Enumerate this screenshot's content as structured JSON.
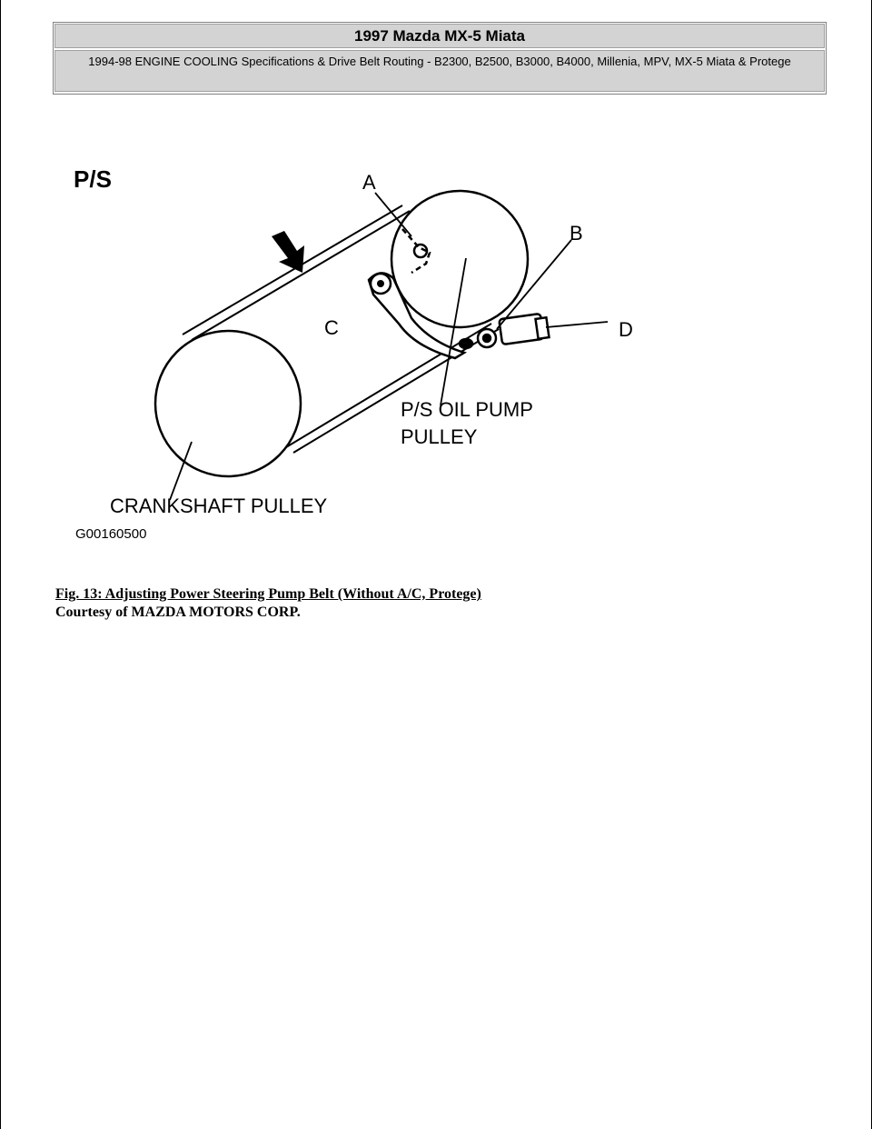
{
  "header": {
    "title": "1997 Mazda MX-5 Miata",
    "subtitle": "1994-98 ENGINE COOLING Specifications & Drive Belt Routing - B2300, B2500, B3000, B4000, Millenia, MPV, MX-5 Miata & Protege"
  },
  "figure": {
    "heading": "P/S",
    "labels": {
      "a": "A",
      "b": "B",
      "c": "C",
      "d": "D",
      "pump_line1": "P/S OIL PUMP",
      "pump_line2": "PULLEY",
      "crank": "CRANKSHAFT PULLEY"
    },
    "figure_code": "G00160500"
  },
  "caption": {
    "title": "Fig. 13: Adjusting Power Steering Pump Belt (Without A/C, Protege)",
    "credit": "Courtesy of MAZDA MOTORS CORP."
  }
}
